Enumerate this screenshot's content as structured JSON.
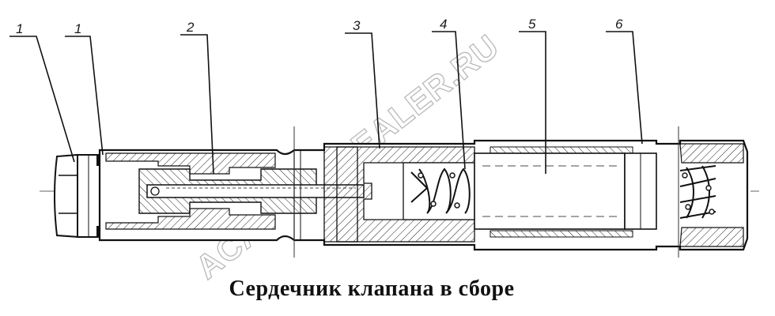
{
  "callouts": [
    "1",
    "1",
    "2",
    "3",
    "4",
    "5",
    "6"
  ],
  "caption": "Сердечник клапана в сборе",
  "watermark": "ACAT.MINIDEALER.RU",
  "colors": {
    "ink": "#1a1a1a",
    "watermark": "#b9b9b9",
    "background": "#ffffff"
  }
}
